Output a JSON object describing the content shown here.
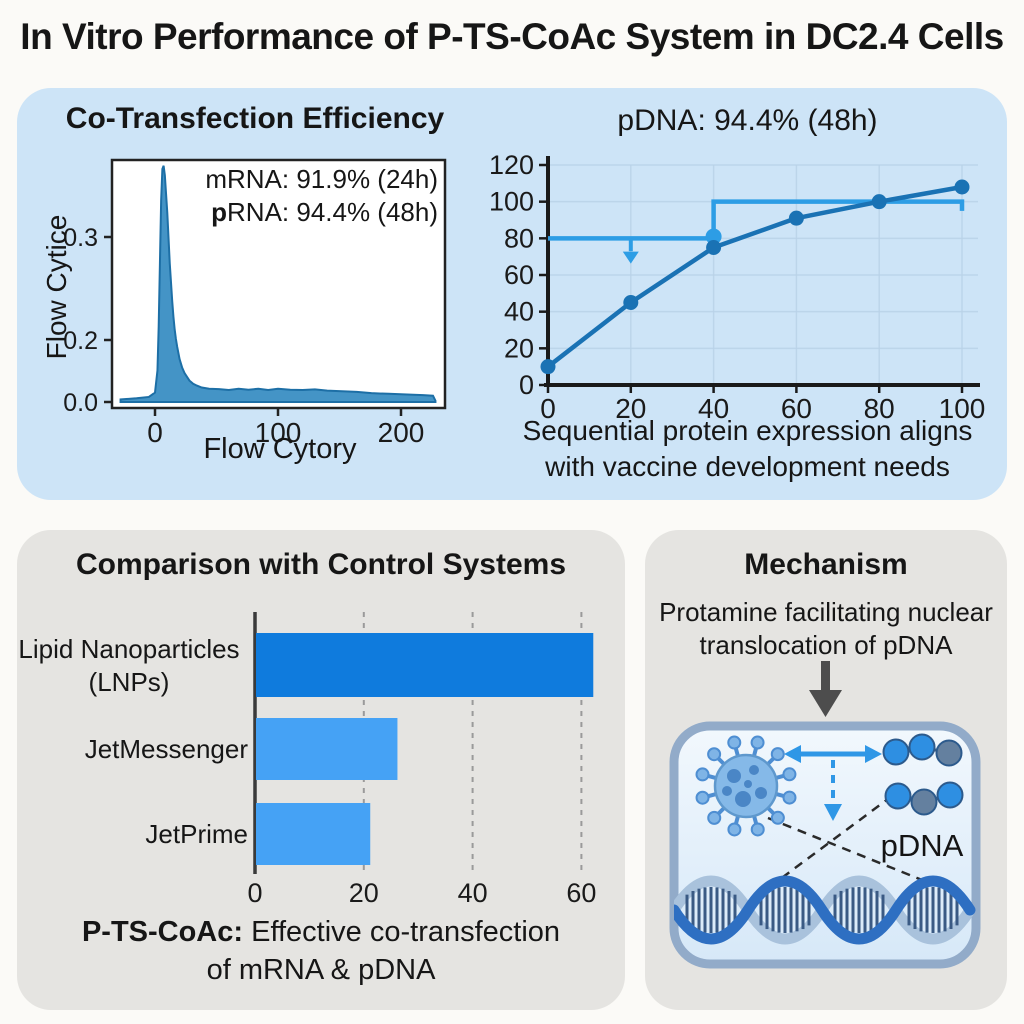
{
  "page": {
    "title": "In Vitro Performance of P-TS-CoAc System in DC2.4 Cells"
  },
  "top_panel": {
    "left": {
      "title": "Co-Transfection Efficiency",
      "annotation_line1": "mRNA: 91.9% (24h)",
      "annotation_line2_bold": "p",
      "annotation_line2_rest": "RNA: 94.4% (48h)",
      "ylabel": "Flow Cytice",
      "xlabel": "Flow Cytory"
    },
    "right": {
      "title": "pDNA: 94.4% (48h)",
      "caption_line1": "Sequential protein expression aligns",
      "caption_line2": "with vaccine development needs"
    }
  },
  "bottom_left": {
    "title": "Comparison with Control Systems",
    "category_lines": [
      [
        "Lipid Nanoparticles",
        "(LNPs)"
      ],
      [
        "JetMessenger"
      ],
      [
        "JetPrime"
      ]
    ],
    "caption_bold": "P-TS-CoAc:",
    "caption_rest": " Effective co-transfection",
    "caption_line2": "of mRNA & pDNA"
  },
  "bottom_right": {
    "title": "Mechanism",
    "line1": "Protamine facilitating nuclear",
    "line2": "translocation of pDNA",
    "pdna_label": "pDNA"
  },
  "colors": {
    "panel_blue": "#cde4f7",
    "panel_gray": "#e5e4e1",
    "hist_fill": "#4494c6",
    "hist_stroke": "#1d6fa6",
    "line_dark": "#1a72b4",
    "line_light": "#2d9de5",
    "grid_blue": "#b9d2e8",
    "bar_primary": "#0f7bdd",
    "bar_secondary": "#45a2f5",
    "bar_grid": "#9a9a9a",
    "axis_dark": "#1a1a1a",
    "cell_border": "#92abc9",
    "dna_dark": "#2e6fc2",
    "dna_light": "#a9c2dc",
    "dna_rung": "#3a5a84",
    "bead_blue": "#2e8fe2",
    "bead_gray": "#64809f",
    "bead_line": "#44617f",
    "arrow_gray": "#4d4d4d",
    "mech_arrow_blue": "#2f97e6"
  },
  "chart_data": [
    {
      "type": "area",
      "title": "Co-Transfection Efficiency",
      "xlabel": "Flow Cytory",
      "ylabel": "Flow Cytice",
      "xlim": [
        -30,
        230
      ],
      "xticks": [
        "0",
        "100",
        "200"
      ],
      "ytick_labels": [
        "0.3",
        "0.2",
        "0.0"
      ],
      "annotations": [
        "mRNA: 91.9% (24h)",
        "pRNA: 94.4% (48h)"
      ],
      "points": [
        [
          -28,
          0.004
        ],
        [
          -15,
          0.006
        ],
        [
          -5,
          0.008
        ],
        [
          0,
          0.015
        ],
        [
          2,
          0.05
        ],
        [
          3,
          0.12
        ],
        [
          4,
          0.22
        ],
        [
          5,
          0.32
        ],
        [
          6,
          0.37
        ],
        [
          7,
          0.375
        ],
        [
          8,
          0.36
        ],
        [
          9,
          0.33
        ],
        [
          10,
          0.3
        ],
        [
          11,
          0.26
        ],
        [
          12,
          0.22
        ],
        [
          13,
          0.19
        ],
        [
          14,
          0.16
        ],
        [
          15,
          0.135
        ],
        [
          16,
          0.115
        ],
        [
          17,
          0.1
        ],
        [
          18,
          0.088
        ],
        [
          20,
          0.068
        ],
        [
          22,
          0.055
        ],
        [
          24,
          0.046
        ],
        [
          26,
          0.04
        ],
        [
          28,
          0.034
        ],
        [
          31,
          0.029
        ],
        [
          34,
          0.026
        ],
        [
          38,
          0.023
        ],
        [
          44,
          0.021
        ],
        [
          52,
          0.0205
        ],
        [
          60,
          0.019
        ],
        [
          68,
          0.021
        ],
        [
          76,
          0.0195
        ],
        [
          84,
          0.021
        ],
        [
          92,
          0.019
        ],
        [
          100,
          0.021
        ],
        [
          110,
          0.0195
        ],
        [
          120,
          0.019
        ],
        [
          130,
          0.02
        ],
        [
          140,
          0.018
        ],
        [
          152,
          0.017
        ],
        [
          164,
          0.016
        ],
        [
          176,
          0.014
        ],
        [
          190,
          0.013
        ],
        [
          205,
          0.012
        ],
        [
          218,
          0.011
        ],
        [
          226,
          0.01
        ],
        [
          228,
          0.002
        ]
      ]
    },
    {
      "type": "line",
      "title": "pDNA: 94.4% (48h)",
      "caption": "Sequential protein expression aligns with vaccine development needs",
      "x": [
        0,
        20,
        40,
        60,
        80,
        100
      ],
      "xticks": [
        0,
        20,
        40,
        60,
        80,
        100
      ],
      "yticks": [
        0,
        20,
        40,
        60,
        80,
        100,
        120
      ],
      "ylim": [
        0,
        120
      ],
      "xlim": [
        0,
        100
      ],
      "grid": true,
      "series": [
        {
          "name": "expression-curve",
          "values": [
            10,
            45,
            75,
            91,
            100,
            108
          ]
        },
        {
          "name": "threshold-step",
          "values": [
            80,
            80,
            100,
            100,
            100,
            100
          ]
        }
      ],
      "overlay": {
        "step_path": [
          [
            0,
            80
          ],
          [
            40,
            80
          ],
          [
            40,
            100
          ],
          [
            100,
            100
          ],
          [
            100,
            95
          ]
        ],
        "drop_pin": {
          "x": 20,
          "y_from": 80,
          "y_to": 70
        },
        "step_marker": {
          "x": 40,
          "y": 81
        }
      }
    },
    {
      "type": "bar",
      "orientation": "horizontal",
      "title": "Comparison with Control Systems",
      "categories": [
        "Lipid Nanoparticles (LNPs)",
        "JetMessenger",
        "JetPrime"
      ],
      "values": [
        62,
        26,
        21
      ],
      "xticks": [
        0,
        20,
        40,
        60
      ],
      "xlim": [
        0,
        66
      ],
      "caption": "P-TS-CoAc: Effective co-transfection of mRNA & pDNA"
    }
  ]
}
